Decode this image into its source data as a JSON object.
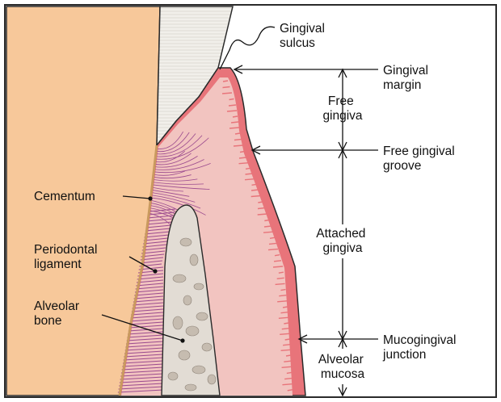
{
  "labels": {
    "gingival_sulcus": [
      "Gingival",
      "sulcus"
    ],
    "gingival_margin": [
      "Gingival",
      "margin"
    ],
    "free_gingiva": [
      "Free",
      "gingiva"
    ],
    "free_gingival_groove": [
      "Free gingival",
      "groove"
    ],
    "cementum": [
      "Cementum"
    ],
    "periodontal_ligament": [
      "Periodontal",
      "ligament"
    ],
    "attached_gingiva": [
      "Attached",
      "gingiva"
    ],
    "alveolar_bone": [
      "Alveolar",
      "bone"
    ],
    "mucogingival_junction": [
      "Mucogingival",
      "junction"
    ],
    "alveolar_mucosa": [
      "Alveolar",
      "mucosa"
    ]
  },
  "colors": {
    "tooth_root": "#f7c89a",
    "enamel": "#f1efea",
    "gingiva": "#f2c4c0",
    "gingiva_edge": "#e8747a",
    "bone": "#e2dcd4",
    "bone_pores": "#c6bcb0",
    "ligament_fibers": "#9b4a8e",
    "outline": "#2a2a2a"
  }
}
